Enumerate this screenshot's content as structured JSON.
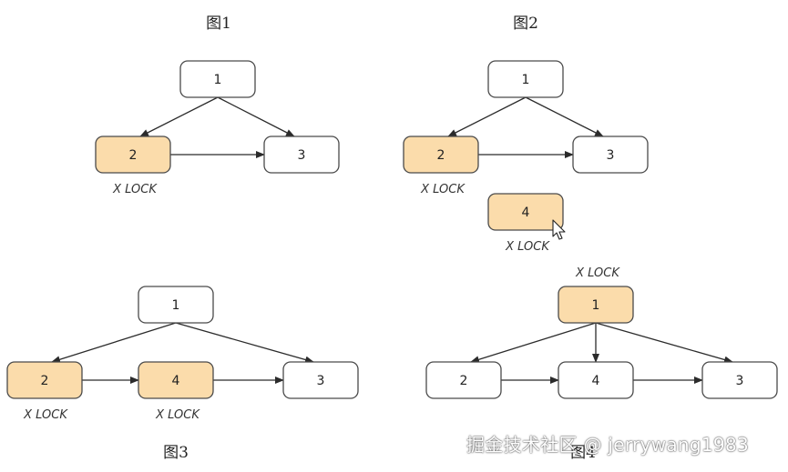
{
  "figures": [
    {
      "title": "图1",
      "nodes": [
        {
          "id": "1",
          "label": "1",
          "locked": false,
          "lock_label": ""
        },
        {
          "id": "2",
          "label": "2",
          "locked": true,
          "lock_label": "X LOCK"
        },
        {
          "id": "3",
          "label": "3",
          "locked": false,
          "lock_label": ""
        }
      ],
      "edges": [
        [
          "1",
          "2"
        ],
        [
          "1",
          "3"
        ],
        [
          "2",
          "3"
        ]
      ]
    },
    {
      "title": "图2",
      "nodes": [
        {
          "id": "1",
          "label": "1",
          "locked": false,
          "lock_label": ""
        },
        {
          "id": "2",
          "label": "2",
          "locked": true,
          "lock_label": "X LOCK"
        },
        {
          "id": "3",
          "label": "3",
          "locked": false,
          "lock_label": ""
        },
        {
          "id": "4",
          "label": "4",
          "locked": true,
          "lock_label": "X LOCK"
        }
      ],
      "edges": [
        [
          "1",
          "2"
        ],
        [
          "1",
          "3"
        ],
        [
          "2",
          "3"
        ]
      ]
    },
    {
      "title": "图3",
      "nodes": [
        {
          "id": "1",
          "label": "1",
          "locked": false,
          "lock_label": ""
        },
        {
          "id": "2",
          "label": "2",
          "locked": true,
          "lock_label": "X LOCK"
        },
        {
          "id": "4",
          "label": "4",
          "locked": true,
          "lock_label": "X LOCK"
        },
        {
          "id": "3",
          "label": "3",
          "locked": false,
          "lock_label": ""
        }
      ],
      "edges": [
        [
          "1",
          "2"
        ],
        [
          "1",
          "3"
        ],
        [
          "2",
          "4"
        ],
        [
          "4",
          "3"
        ]
      ]
    },
    {
      "title": "图4",
      "nodes": [
        {
          "id": "1",
          "label": "1",
          "locked": true,
          "lock_label": "X LOCK"
        },
        {
          "id": "2",
          "label": "2",
          "locked": false,
          "lock_label": ""
        },
        {
          "id": "4",
          "label": "4",
          "locked": false,
          "lock_label": ""
        },
        {
          "id": "3",
          "label": "3",
          "locked": false,
          "lock_label": ""
        }
      ],
      "edges": [
        [
          "1",
          "2"
        ],
        [
          "1",
          "4"
        ],
        [
          "1",
          "3"
        ],
        [
          "2",
          "4"
        ],
        [
          "4",
          "3"
        ]
      ]
    }
  ],
  "watermark": "掘金技术社区 @ jerrywang1983",
  "colors": {
    "locked_fill": "#fbdcab",
    "plain_fill": "#ffffff",
    "stroke": "#4a4a4a"
  },
  "icons": {
    "cursor": "mouse-pointer-icon"
  }
}
